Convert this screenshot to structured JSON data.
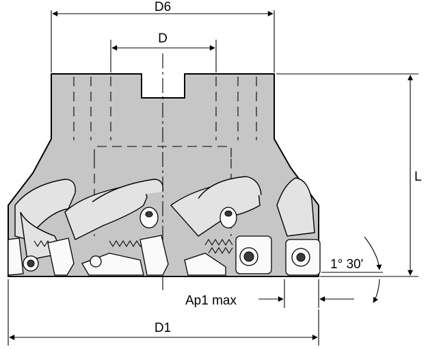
{
  "labels": {
    "d6": "D6",
    "d": "D",
    "l": "L",
    "ap1": "Ap1 max",
    "d1": "D1",
    "angle": "1° 30'"
  }
}
